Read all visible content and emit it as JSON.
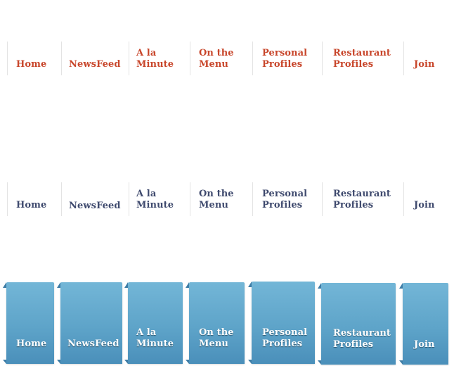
{
  "colors": {
    "accent_red": "#c8462b",
    "navy": "#3f4a6e",
    "tab_blue": "#5ea4c9",
    "tab_text": "#ffffff"
  },
  "nav_red": {
    "items": [
      {
        "label": "Home"
      },
      {
        "label": "NewsFeed"
      },
      {
        "label": "A la\nMinute"
      },
      {
        "label": "On the\nMenu"
      },
      {
        "label": "Personal\nProfiles"
      },
      {
        "label": "Restaurant\nProfiles"
      },
      {
        "label": "Join"
      }
    ]
  },
  "nav_blue": {
    "items": [
      {
        "label": "Home"
      },
      {
        "label": "NewsFeed"
      },
      {
        "label": "A la\nMinute"
      },
      {
        "label": "On the\nMenu"
      },
      {
        "label": "Personal\nProfiles"
      },
      {
        "label": "Restaurant\nProfiles"
      },
      {
        "label": "Join"
      }
    ]
  },
  "tabs": {
    "items": [
      {
        "label": "Home"
      },
      {
        "label": "NewsFeed"
      },
      {
        "label": "A la\nMinute"
      },
      {
        "label": "On the\nMenu"
      },
      {
        "label": "Personal\nProfiles"
      },
      {
        "label": "Restaurant\nProfiles"
      },
      {
        "label": "Join"
      }
    ]
  }
}
